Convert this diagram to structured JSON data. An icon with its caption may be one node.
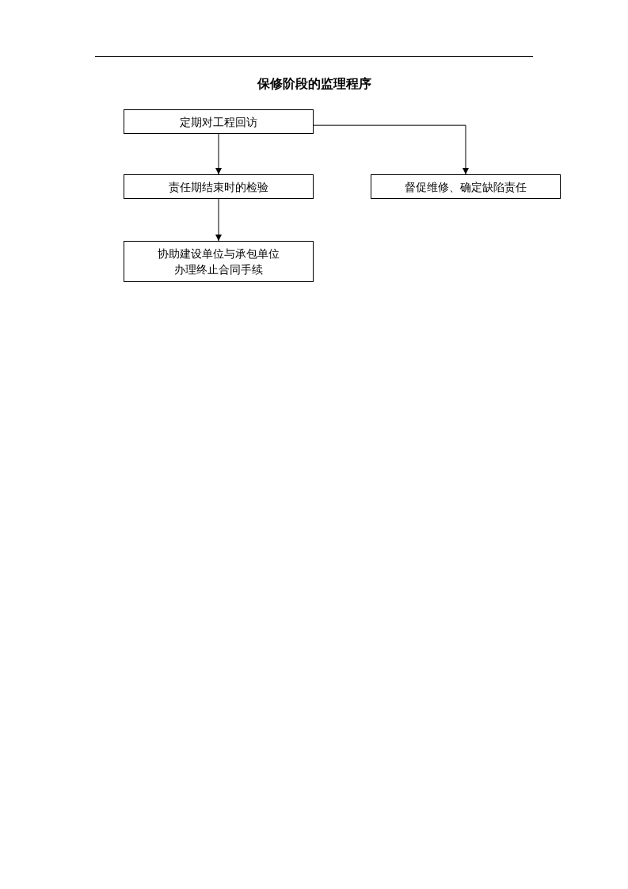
{
  "diagram": {
    "title": "保修阶段的监理程序",
    "nodes": [
      {
        "text": [
          "定期对工程回访"
        ]
      },
      {
        "text": [
          "责任期结束时的检验"
        ]
      },
      {
        "text": [
          "督促维修、确定缺陷责任"
        ]
      },
      {
        "text": [
          "协助建设单位与承包单位办理终止合同手续"
        ]
      }
    ],
    "edges": [
      {
        "from": 0,
        "to": 1,
        "arrow": "to"
      },
      {
        "from": 0,
        "to": 2,
        "arrow": "to"
      },
      {
        "from": 1,
        "to": 3,
        "arrow": "to"
      }
    ]
  }
}
